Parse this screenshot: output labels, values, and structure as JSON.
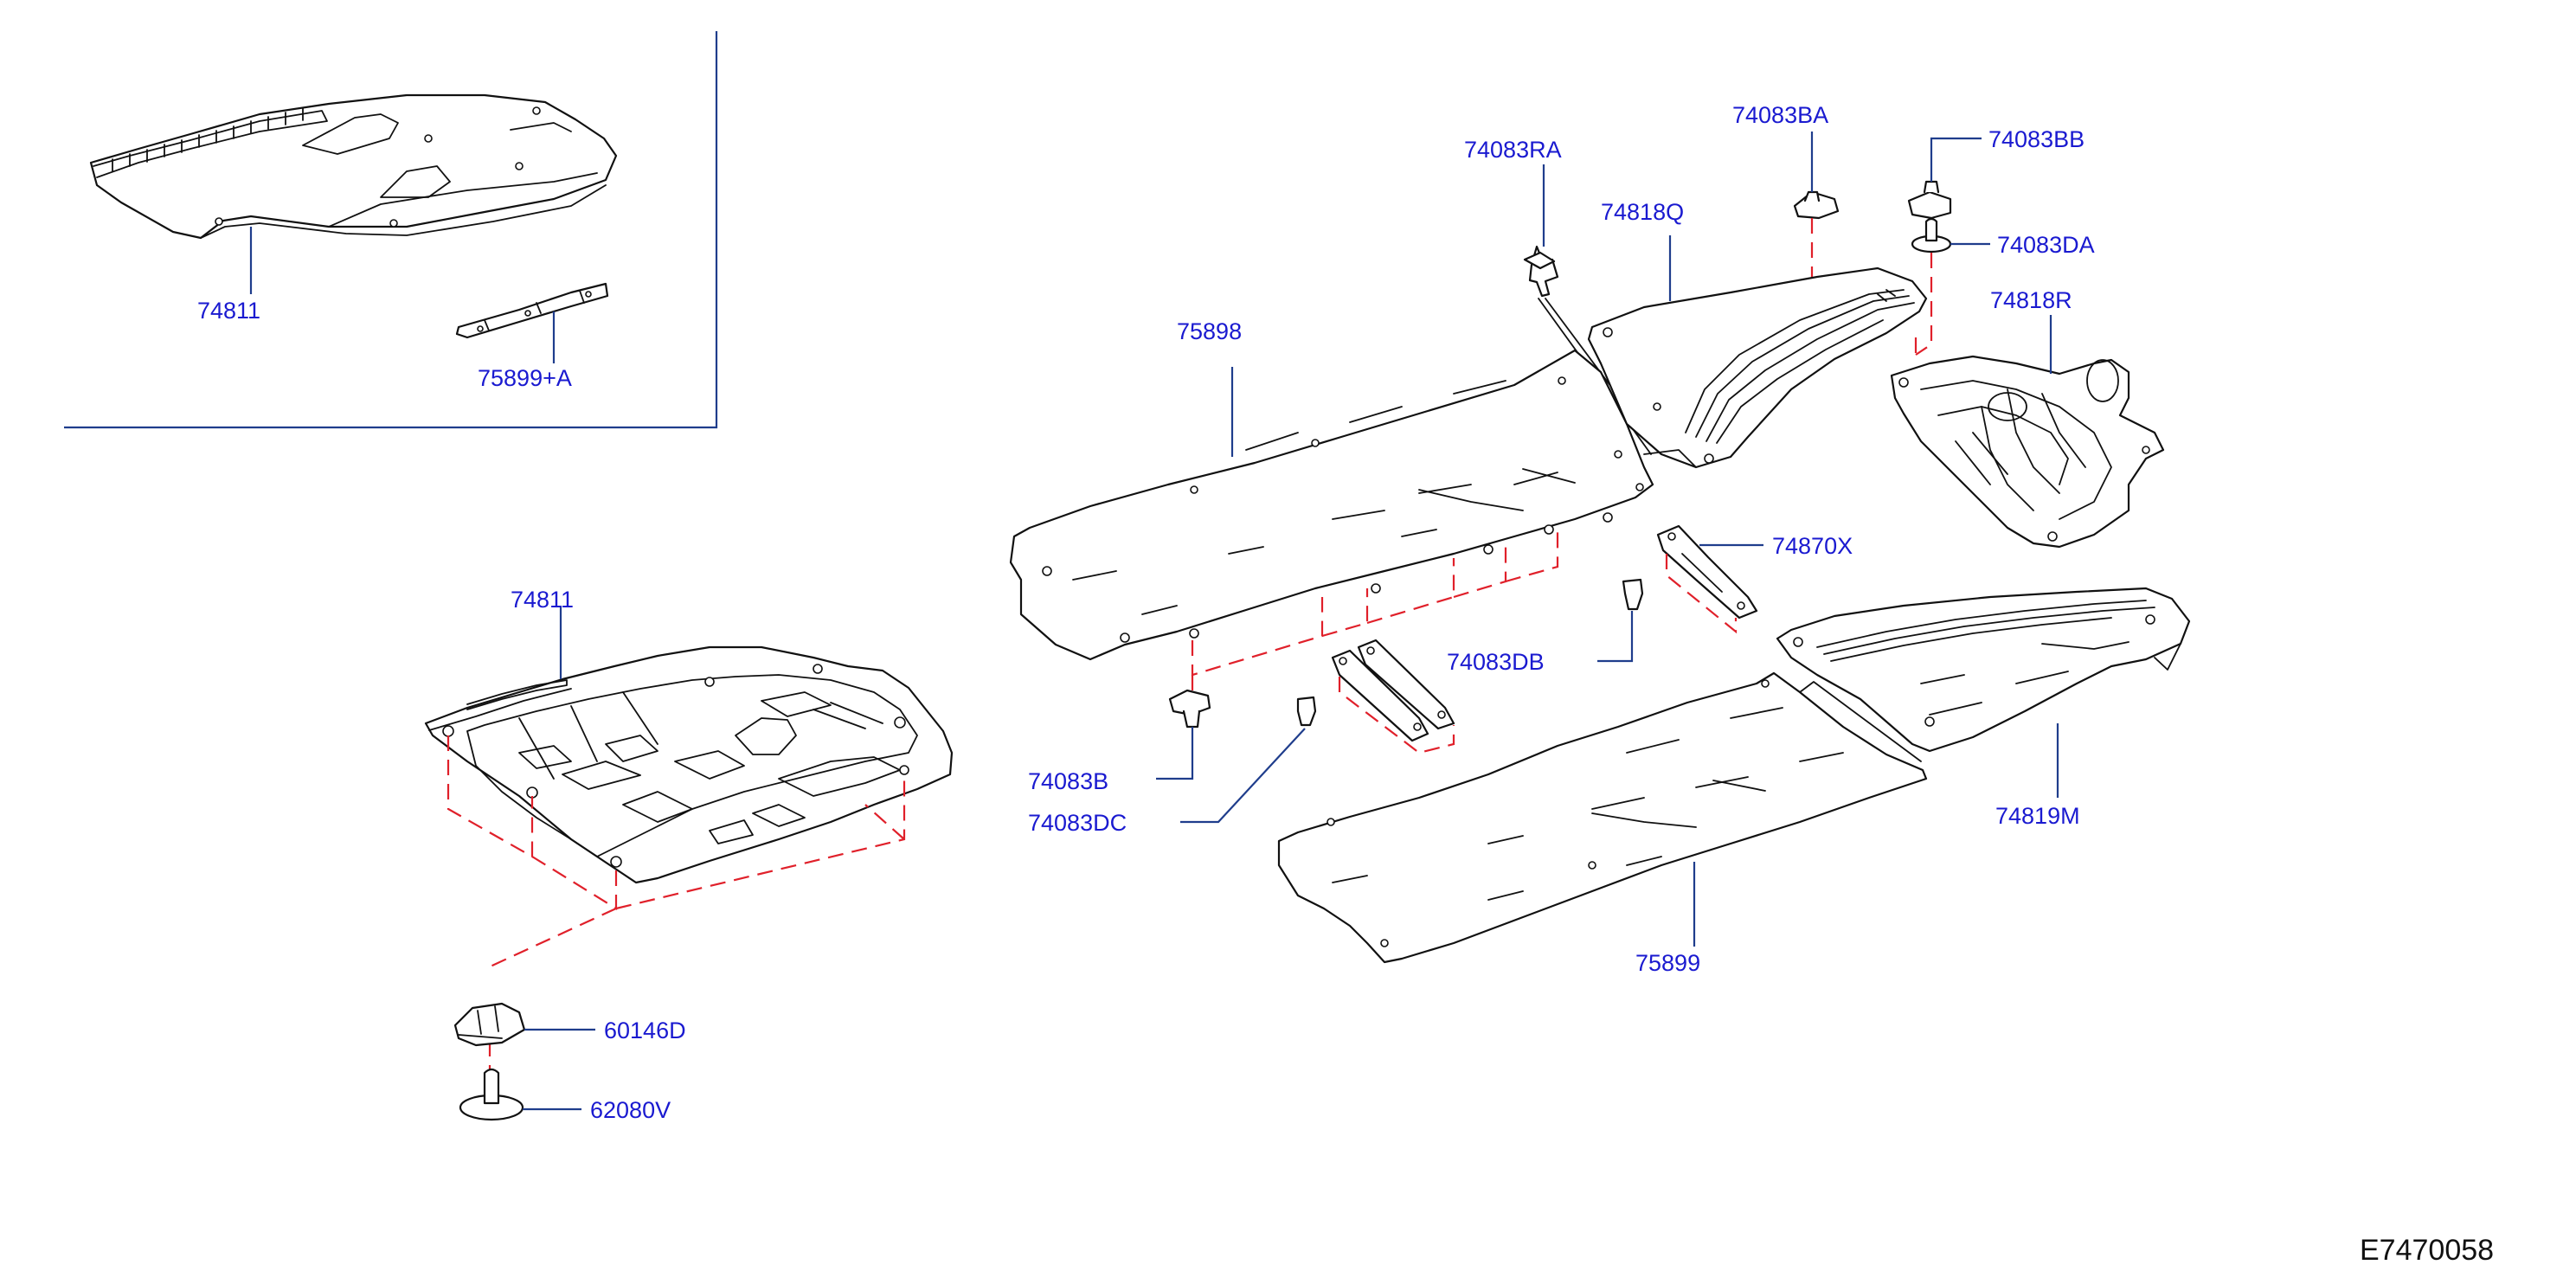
{
  "diagram": {
    "drawing_number": "E7470058",
    "part_labels": {
      "p74811_inset": "74811",
      "p75899a": "75899+A",
      "p74811": "74811",
      "p60146d": "60146D",
      "p62080v": "62080V",
      "p74083ra": "74083RA",
      "p75898": "75898",
      "p74083b": "74083B",
      "p74083dc": "74083DC",
      "p74083ba": "74083BA",
      "p74818q": "74818Q",
      "p74083bb": "74083BB",
      "p74083da": "74083DA",
      "p74818r": "74818R",
      "p74870x": "74870X",
      "p74083db": "74083DB",
      "p74819m": "74819M",
      "p75899": "75899"
    },
    "colors": {
      "labels": "#1a1ad0",
      "leaders": "#1f3d8c",
      "dashed_lines": "#e0202a",
      "parts": "#111111"
    }
  }
}
